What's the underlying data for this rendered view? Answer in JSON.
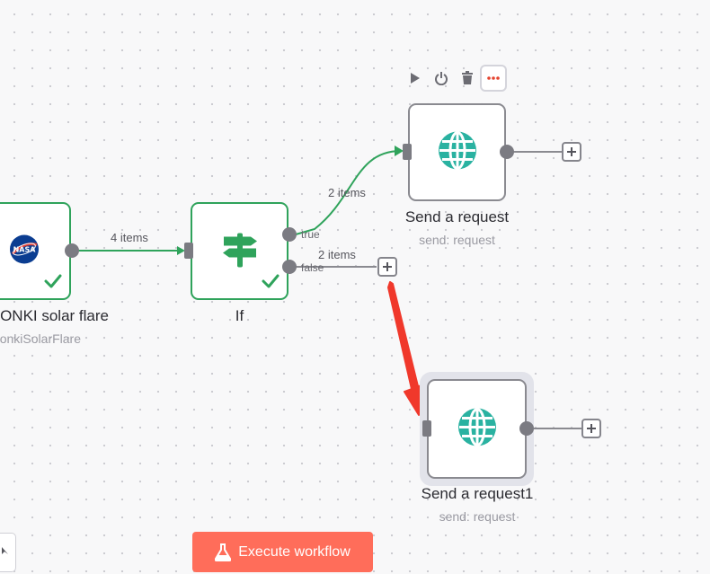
{
  "nodes": {
    "solar_flare": {
      "title": "ONKI solar flare",
      "subtitle": "onkiSolarFlare",
      "icon": "nasa-logo-icon",
      "status": "success"
    },
    "if_node": {
      "title": "If",
      "icon": "signpost-icon",
      "status": "success",
      "outputs": [
        "true",
        "false"
      ]
    },
    "send_request": {
      "title": "Send a request",
      "subtitle": "send: request",
      "icon": "globe-icon"
    },
    "send_request1": {
      "title": "Send a request1",
      "subtitle": "send: request",
      "icon": "globe-icon",
      "selected": true
    }
  },
  "connections": {
    "solar_to_if": "4 items",
    "if_true_to_request": "2 items",
    "if_false": "2 items"
  },
  "node_toolbar": [
    "play-icon",
    "power-icon",
    "trash-icon",
    "more-icon"
  ],
  "execute_button": {
    "label": "Execute workflow",
    "icon": "flask-icon"
  },
  "colors": {
    "success": "#2fa35b",
    "accent": "#ff6d5a",
    "globe": "#2ab2a1",
    "arrow": "#f0382b",
    "node_border": "#8a8a90"
  }
}
